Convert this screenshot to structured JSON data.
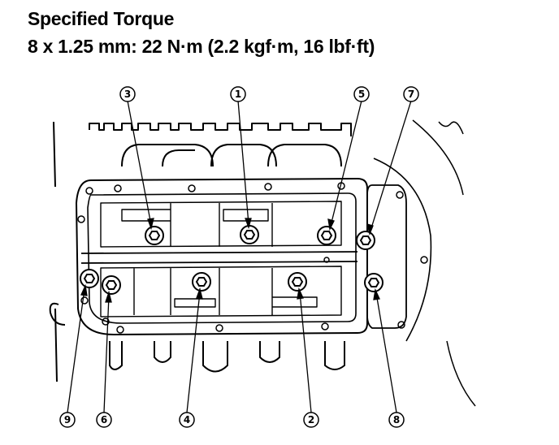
{
  "header": {
    "title": "Specified Torque",
    "spec": "8 x 1.25 mm: 22 N·m (2.2 kgf·m, 16 lbf·ft)"
  },
  "callouts": [
    {
      "id": "bolt-3",
      "number": "3"
    },
    {
      "id": "bolt-1",
      "number": "1"
    },
    {
      "id": "bolt-5",
      "number": "5"
    },
    {
      "id": "bolt-7",
      "number": "7"
    },
    {
      "id": "bolt-9",
      "number": "9"
    },
    {
      "id": "bolt-6",
      "number": "6"
    },
    {
      "id": "bolt-4",
      "number": "4"
    },
    {
      "id": "bolt-2",
      "number": "2"
    },
    {
      "id": "bolt-8",
      "number": "8"
    }
  ]
}
